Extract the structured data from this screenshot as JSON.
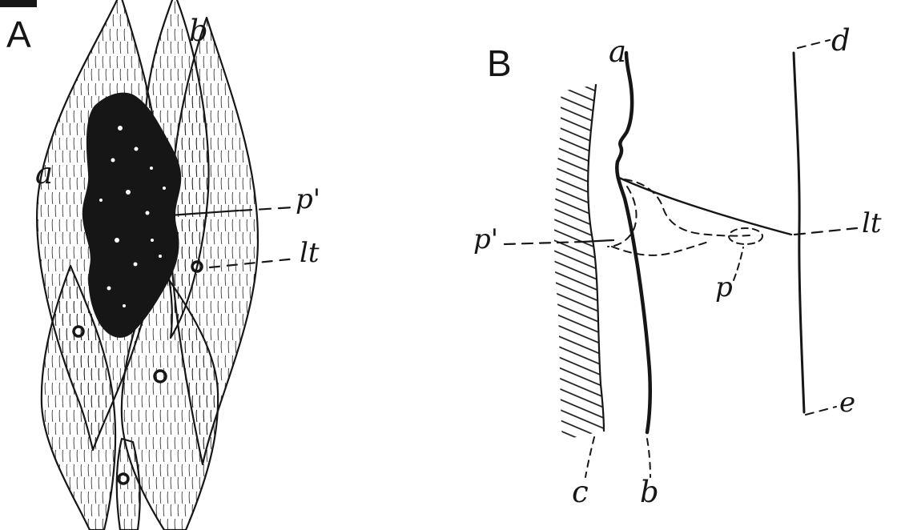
{
  "figure": {
    "colors": {
      "ink": "#161616",
      "paper": "#ffffff"
    },
    "panel_a": {
      "title": "A",
      "labels": {
        "a": "a",
        "b": "b",
        "p_prime": "p'",
        "lt": "lt"
      }
    },
    "panel_b": {
      "title": "B",
      "labels": {
        "a": "a",
        "b": "b",
        "c": "c",
        "d": "d",
        "e": "e",
        "p": "p",
        "p_prime": "p'",
        "lt": "lt"
      }
    }
  }
}
